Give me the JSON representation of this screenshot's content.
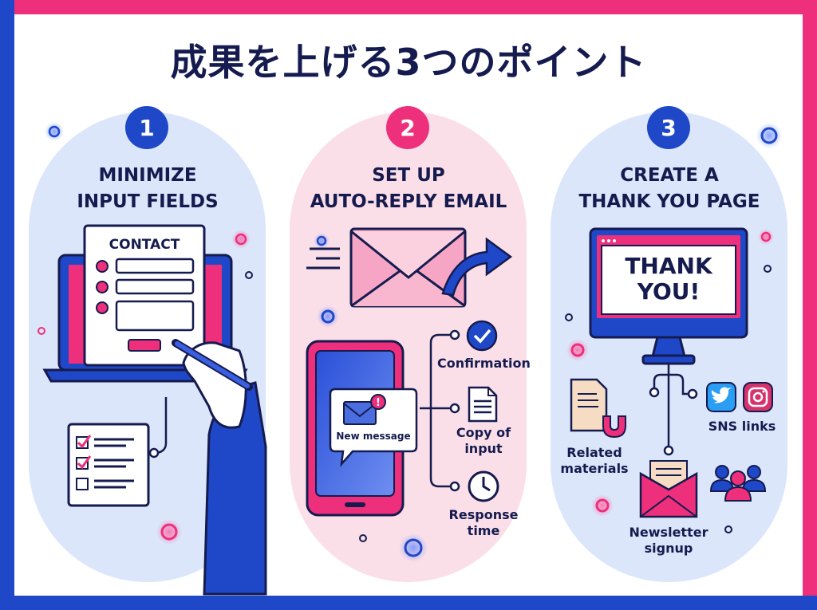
{
  "title": "成果を上げる3つのポイント",
  "colors": {
    "navy": "#151b4e",
    "blue": "#1f48c9",
    "pink": "#ee2f7b",
    "lightBlue": "#dbe6fb",
    "lightPink": "#fbdfe8"
  },
  "panels": [
    {
      "number": "1",
      "heading_line1": "MINIMIZE",
      "heading_line2": "INPUT FIELDS",
      "form_title": "CONTACT",
      "icons": [
        "laptop-icon",
        "contact-form-icon",
        "hand-pen-icon",
        "checklist-icon"
      ]
    },
    {
      "number": "2",
      "heading_line1": "SET UP",
      "heading_line2": "AUTO-REPLY EMAIL",
      "bubble_text": "New message",
      "items": [
        {
          "label": "Confirmation",
          "icon": "check-circle-icon"
        },
        {
          "label_line1": "Copy of",
          "label_line2": "input",
          "icon": "document-icon"
        },
        {
          "label_line1": "Response",
          "label_line2": "time",
          "icon": "clock-icon"
        }
      ]
    },
    {
      "number": "3",
      "heading_line1": "CREATE A",
      "heading_line2": "THANK YOU PAGE",
      "screen_line1": "THANK",
      "screen_line2": "YOU!",
      "items": [
        {
          "label_line1": "Related",
          "label_line2": "materials",
          "icon": "magnet-document-icon"
        },
        {
          "label": "SNS links",
          "icon": "social-icons"
        },
        {
          "label_line1": "Newsletter",
          "label_line2": "signup",
          "icon": "newsletter-envelope-icon"
        }
      ]
    }
  ]
}
